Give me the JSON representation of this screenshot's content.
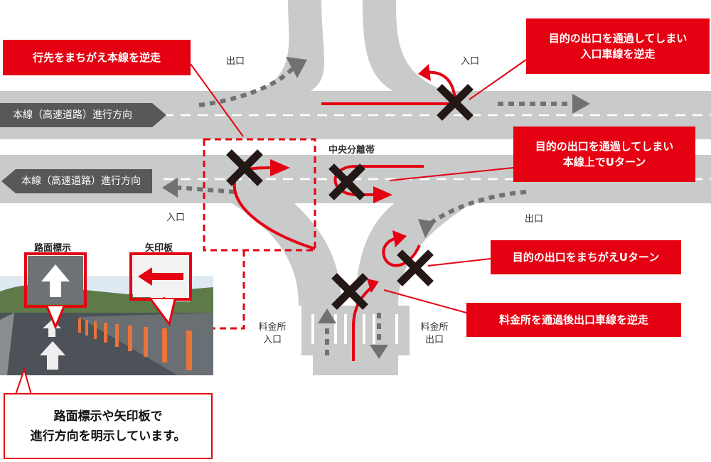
{
  "callouts": {
    "wrong_way_mainline": "行先をまちがえ本線を逆走",
    "passed_exit_entry_lane": "目的の出口を通過してしまい\n入口車線を逆走",
    "passed_exit_uturn": "目的の出口を通過してしまい\n本線上でUターン",
    "wrong_exit_uturn": "目的の出口をまちがえUターン",
    "after_toll_exit_lane": "料金所を通過後出口車線を逆走"
  },
  "directions": {
    "mainline_right": "本線（高速道路）進行方向",
    "mainline_left": "本線（高速道路）進行方向"
  },
  "road_labels": {
    "exit_top_left": "出口",
    "entry_top_right": "入口",
    "entry_left": "入口",
    "exit_right": "出口",
    "median": "中央分離帯",
    "toll_entry": "料金所\n入口",
    "toll_exit": "料金所\n出口"
  },
  "photo": {
    "road_marking_label": "路面標示",
    "arrow_board_label": "矢印板",
    "note": "路面標示や矢印板で\n進行方向を明示しています。"
  },
  "colors": {
    "road": "#c9caca",
    "arrow_gray": "#727171",
    "accent_red": "#e50012",
    "label_bg": "#595757",
    "cross": "#231815"
  }
}
